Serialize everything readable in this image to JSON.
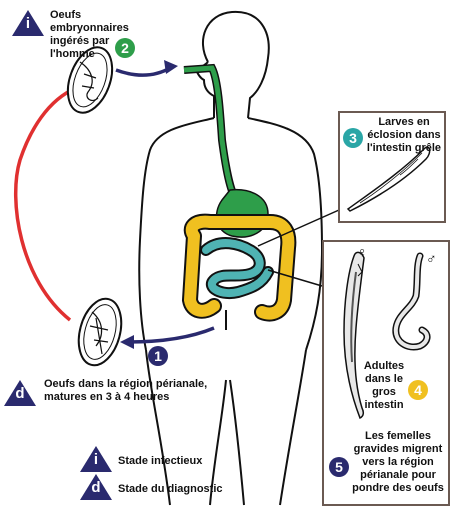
{
  "labels": {
    "step1_badge": "1",
    "step2_badge": "2",
    "step3_badge": "3",
    "step4_badge": "4",
    "step5_badge": "5",
    "egg_ingested": "Oeufs embryonnaires ingérés par l'homme",
    "larvae_hatching": "Larves en éclosion dans l'intestin grêle",
    "adults": "Adultes dans le gros intestin",
    "females_migrate": "Les femelles gravides migrent vers la région périanale pour pondre des oeufs",
    "eggs_perianal": "Oeufs dans la région périanale, matures en 3 à 4 heures",
    "female_symbol": "♀",
    "male_symbol": "♂"
  },
  "legend": {
    "infective_letter": "i",
    "infective_label": "Stade infectieux",
    "diagnostic_letter": "d",
    "diagnostic_label": "Stade du diagnostic"
  },
  "colors": {
    "badge_navy": "#2a2a6e",
    "step_green": "#2e9e4a",
    "step_teal": "#2aa6a6",
    "step_yellow": "#f0c020",
    "arrow_red": "#e03030",
    "gut_green": "#2e9e4a",
    "colon_yellow": "#f0c020",
    "small_intestine_teal": "#4fb3b3"
  }
}
